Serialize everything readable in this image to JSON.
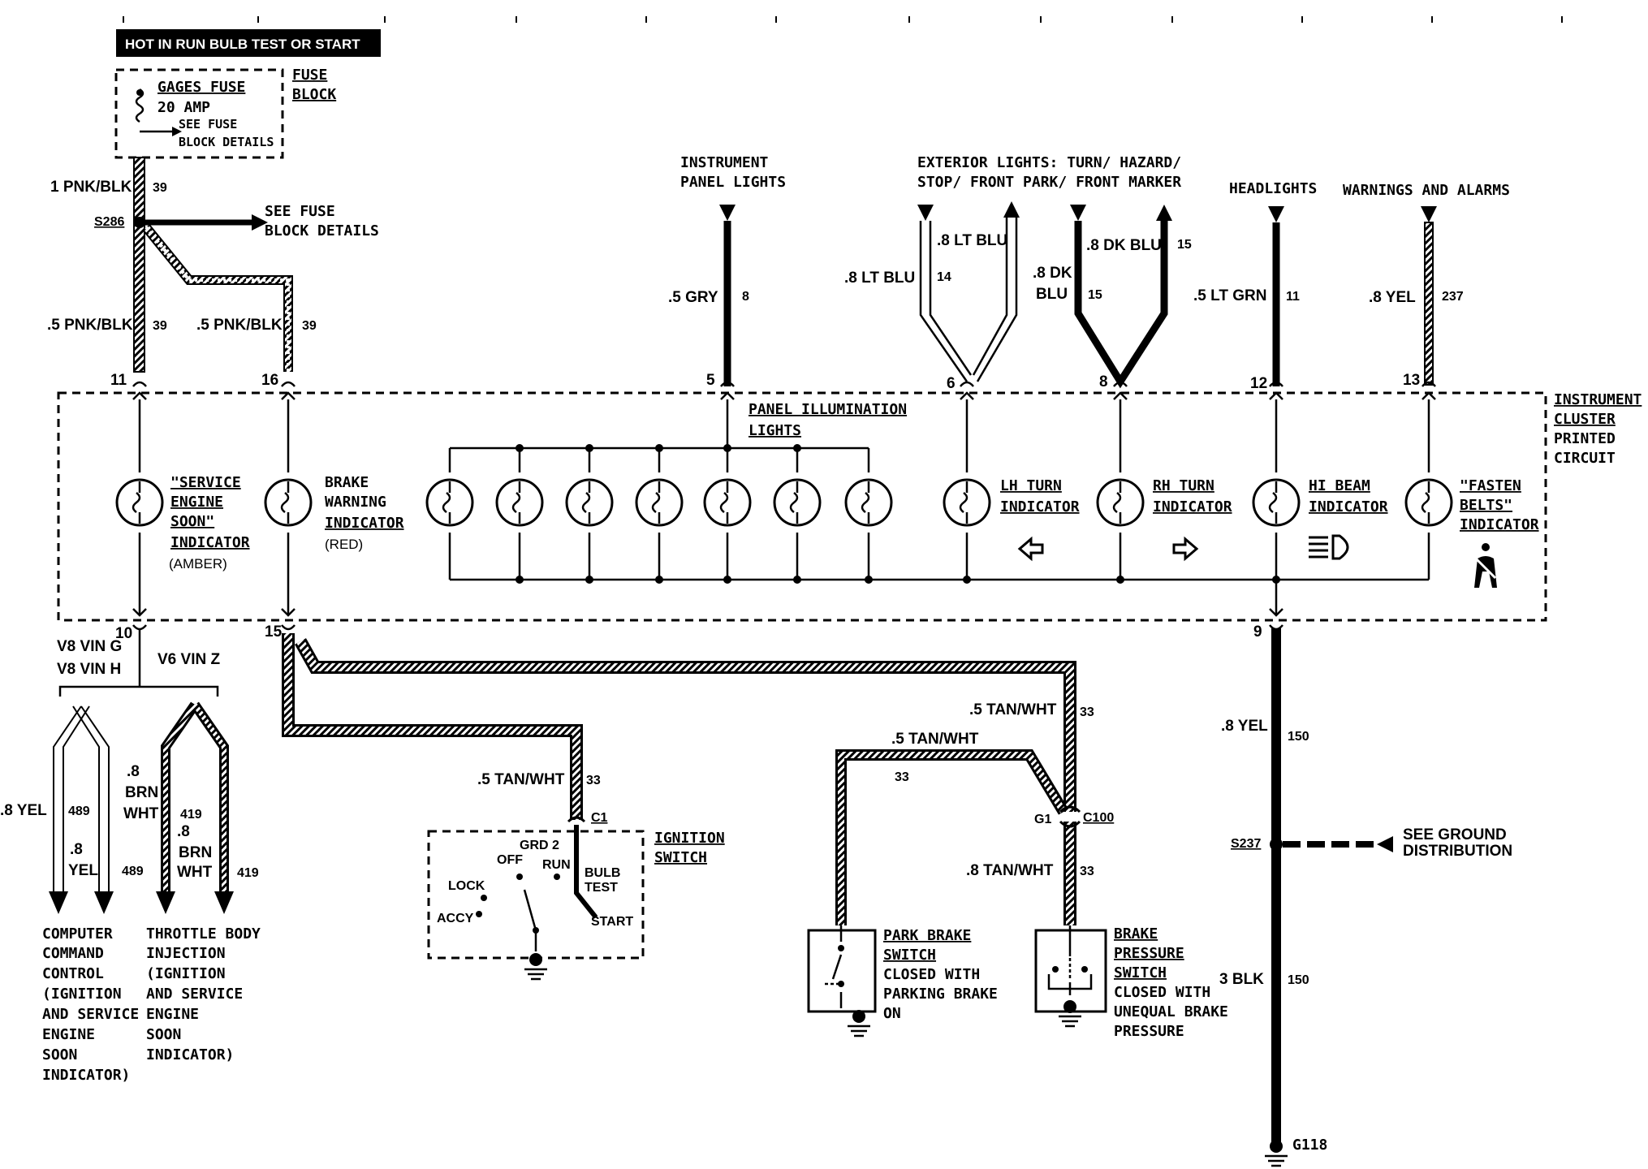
{
  "header": {
    "text": "HOT IN RUN  BULB TEST OR START"
  },
  "fuse": {
    "name": "GAGES FUSE",
    "rating": "20 AMP",
    "see1": "SEE FUSE",
    "see2": "BLOCK DETAILS",
    "block1": "FUSE",
    "block2": "BLOCK"
  },
  "wires": {
    "w_top_size": "1 PNK/BLK",
    "w_top_circuit": "39",
    "splice_s286": "S286",
    "see_fuse_1": "SEE FUSE",
    "see_fuse_2": "BLOCK DETAILS",
    "w11_size": ".5 PNK/BLK",
    "w11_circuit": "39",
    "w16_size": ".5 PNK/BLK",
    "w16_circuit": "39",
    "w5_size": ".5 GRY",
    "w5_circuit": "8",
    "w6a_size": ".8 LT BLU",
    "w6a_circuit": "14",
    "w6b_size": ".8 LT BLU",
    "w8a_size1": ".8 DK",
    "w8a_size2": "BLU",
    "w8a_circuit": "15",
    "w8b_size": ".8 DK BLU",
    "w8b_circuit": "15",
    "w12_size": ".5 LT GRN",
    "w12_circuit": "11",
    "w13_size": ".8 YEL",
    "w13_circuit": "237",
    "w9_size": ".8 YEL",
    "w9_circuit": "150",
    "splice_s237": "S237",
    "see_ground_1": "SEE GROUND",
    "see_ground_2": "DISTRIBUTION",
    "w_gnd_size": "3 BLK",
    "w_gnd_circuit": "150",
    "ground_g118": "G118",
    "w15_size": ".5 TAN/WHT",
    "w15_circuit": "33",
    "w_c100_size": ".5 TAN/WHT",
    "w_c100_circuit": "33",
    "w_park_size": ".5 TAN/WHT",
    "w_park_circuit": "33",
    "w_brake_size": ".8 TAN/WHT",
    "w_brake_circuit": "33",
    "c1": "C1",
    "g1": "G1",
    "c100": "C100",
    "w489a_size": ".8 YEL",
    "w489a_circuit": "489",
    "w489b_size1": ".8",
    "w489b_size2": "YEL",
    "w489b_circuit": "489",
    "w419a_size1": ".8",
    "w419a_size2": "BRN",
    "w419a_size3": "WHT",
    "w419a_circuit": "419",
    "w419b_size1": ".8",
    "w419b_size2": "BRN",
    "w419b_size3": "WHT",
    "w419b_circuit": "419",
    "vin1": "V8 VIN G",
    "vin2": "V8 VIN H",
    "vin3": "V6 VIN Z"
  },
  "sources": {
    "inst_panel_1": "INSTRUMENT",
    "inst_panel_2": "PANEL LIGHTS",
    "exterior_1": "EXTERIOR LIGHTS: TURN/ HAZARD/",
    "exterior_2": "STOP/ FRONT PARK/ FRONT MARKER",
    "headlights": "HEADLIGHTS",
    "warnings": "WARNINGS AND ALARMS"
  },
  "pins": {
    "p11": "11",
    "p16": "16",
    "p5": "5",
    "p6": "6",
    "p8": "8",
    "p12": "12",
    "p13": "13",
    "p10": "10",
    "p15": "15",
    "p9": "9"
  },
  "cluster": {
    "t1": "INSTRUMENT",
    "t2": "CLUSTER",
    "t3": "PRINTED",
    "t4": "CIRCUIT",
    "panel_illum_1": "PANEL ILLUMINATION",
    "panel_illum_2": "LIGHTS",
    "ses_1": "\"SERVICE",
    "ses_2": "ENGINE",
    "ses_3": "SOON\"",
    "ses_4": "INDICATOR",
    "ses_5": "(AMBER)",
    "brake_1": "BRAKE",
    "brake_2": "WARNING",
    "brake_3": "INDICATOR",
    "brake_4": "(RED)",
    "lh_1": "LH TURN",
    "lh_2": "INDICATOR",
    "rh_1": "RH TURN",
    "rh_2": "INDICATOR",
    "hi_1": "HI BEAM",
    "hi_2": "INDICATOR",
    "fb_1": "\"FASTEN",
    "fb_2": "BELTS\"",
    "fb_3": "INDICATOR"
  },
  "ignition": {
    "title_1": "IGNITION",
    "title_2": "SWITCH",
    "grd2": "GRD 2",
    "off": "OFF",
    "run": "RUN",
    "lock": "LOCK",
    "accy": "ACCY",
    "bulb_1": "BULB",
    "bulb_2": "TEST",
    "start": "START"
  },
  "park_brake": {
    "l1": "PARK BRAKE",
    "l2": "SWITCH",
    "l3": "CLOSED WITH",
    "l4": "PARKING BRAKE",
    "l5": "ON"
  },
  "brake_pressure": {
    "l1": "BRAKE",
    "l2": "PRESSURE",
    "l3": "SWITCH",
    "l4": "CLOSED WITH",
    "l5": "UNEQUAL BRAKE",
    "l6": "PRESSURE"
  },
  "ccc": {
    "l1": "COMPUTER",
    "l2": "COMMAND",
    "l3": "CONTROL",
    "l4": "(IGNITION",
    "l5": "AND SERVICE",
    "l6": "ENGINE",
    "l7": "SOON",
    "l8": "INDICATOR)"
  },
  "tbi": {
    "l1": "THROTTLE BODY",
    "l2": "INJECTION",
    "l3": "(IGNITION",
    "l4": "AND SERVICE",
    "l5": "ENGINE",
    "l6": "SOON",
    "l7": "INDICATOR)"
  }
}
